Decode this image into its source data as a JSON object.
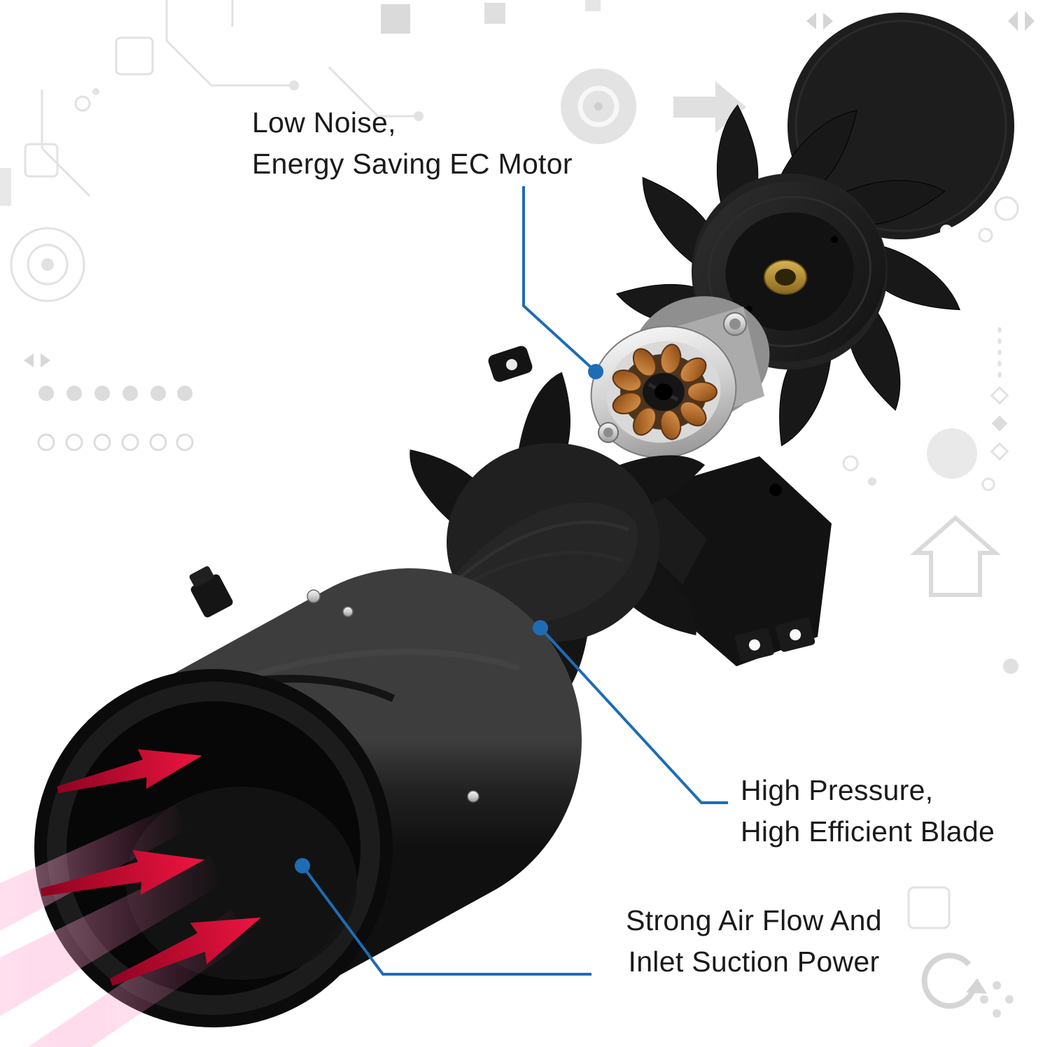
{
  "colors": {
    "callout_blue": "#1e6cb5",
    "arrow_red": "#d40b2e",
    "text_dark": "#1a1a1a",
    "decor_gray": "#e2e2e2",
    "background": "#ffffff"
  },
  "callouts": {
    "motor": {
      "line1": "Low Noise,",
      "line2": "Energy Saving EC Motor"
    },
    "blade": {
      "line1": "High Pressure,",
      "line2": "High Efficient Blade"
    },
    "airflow": {
      "line1": "Strong Air Flow And",
      "line2": "Inlet Suction Power"
    }
  },
  "parts": [
    "cover-plate",
    "blower-wheel",
    "ec-motor-stator",
    "mounting-bracket",
    "impeller-cone-blade",
    "duct-housing",
    "inlet-airflow-arrows",
    "inlet-light-streaks"
  ]
}
